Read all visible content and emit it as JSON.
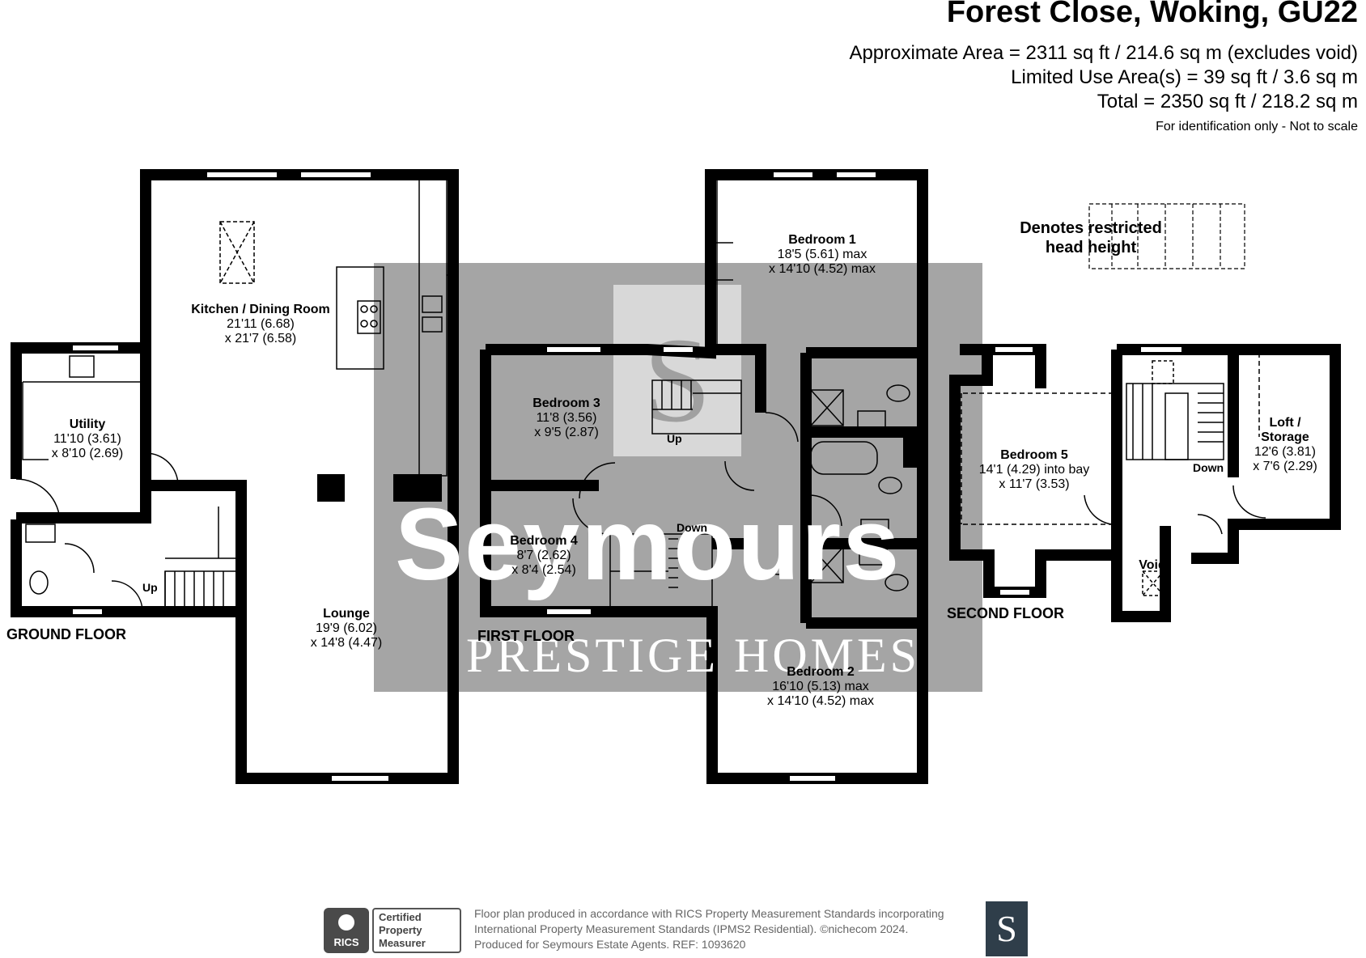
{
  "header": {
    "title": "Forest Close, Woking, GU22",
    "approx_area": "Approximate Area = 2311 sq ft / 214.6 sq m (excludes void)",
    "limited_use": "Limited Use Area(s) = 39 sq ft / 3.6 sq m",
    "total": "Total = 2350 sq ft / 218.2 sq m",
    "disclaimer": "For identification only - Not to scale"
  },
  "legend": {
    "line1": "Denotes restricted",
    "line2": "head height"
  },
  "watermark": {
    "brand": "Seymours",
    "tagline": "PRESTIGE HOMES",
    "logo_letter": "S"
  },
  "floors": {
    "ground": "GROUND FLOOR",
    "first": "FIRST FLOOR",
    "second": "SECOND FLOOR"
  },
  "rooms": {
    "kitchen": {
      "name": "Kitchen / Dining Room",
      "dim1": "21'11 (6.68)",
      "dim2": "x 21'7 (6.58)"
    },
    "utility": {
      "name": "Utility",
      "dim1": "11'10 (3.61)",
      "dim2": "x 8'10 (2.69)"
    },
    "lounge": {
      "name": "Lounge",
      "dim1": "19'9 (6.02)",
      "dim2": "x 14'8 (4.47)"
    },
    "bedroom1": {
      "name": "Bedroom 1",
      "dim1": "18'5 (5.61) max",
      "dim2": "x 14'10 (4.52) max"
    },
    "bedroom2": {
      "name": "Bedroom 2",
      "dim1": "16'10 (5.13) max",
      "dim2": "x 14'10 (4.52) max"
    },
    "bedroom3": {
      "name": "Bedroom 3",
      "dim1": "11'8 (3.56)",
      "dim2": "x 9'5 (2.87)"
    },
    "bedroom4": {
      "name": "Bedroom 4",
      "dim1": "8'7 (2.62)",
      "dim2": "x 8'4 (2.54)"
    },
    "bedroom5": {
      "name": "Bedroom 5",
      "dim1": "14'1 (4.29) into bay",
      "dim2": "x 11'7 (3.53)"
    },
    "loft": {
      "name1": "Loft /",
      "name2": "Storage",
      "dim1": "12'6 (3.81)",
      "dim2": "x 7'6 (2.29)"
    },
    "void": {
      "name": "Void"
    }
  },
  "stairs": {
    "ground_up": "Up",
    "first_up": "Up",
    "first_down": "Down",
    "second_down": "Down"
  },
  "footer": {
    "line1": "Floor plan produced in accordance with RICS Property Measurement Standards incorporating",
    "line2": "International Property Measurement Standards (IPMS2 Residential).  ©nichecom 2024.",
    "line3": "Produced for Seymours Estate Agents.   REF: 1093620",
    "rics": "RICS",
    "cert1": "Certified",
    "cert2": "Property",
    "cert3": "Measurer",
    "agent_logo": "S"
  },
  "colors": {
    "wall": "#000000",
    "watermark_grey": "#9e9e9e",
    "logo_navy": "#2f3e4a"
  }
}
